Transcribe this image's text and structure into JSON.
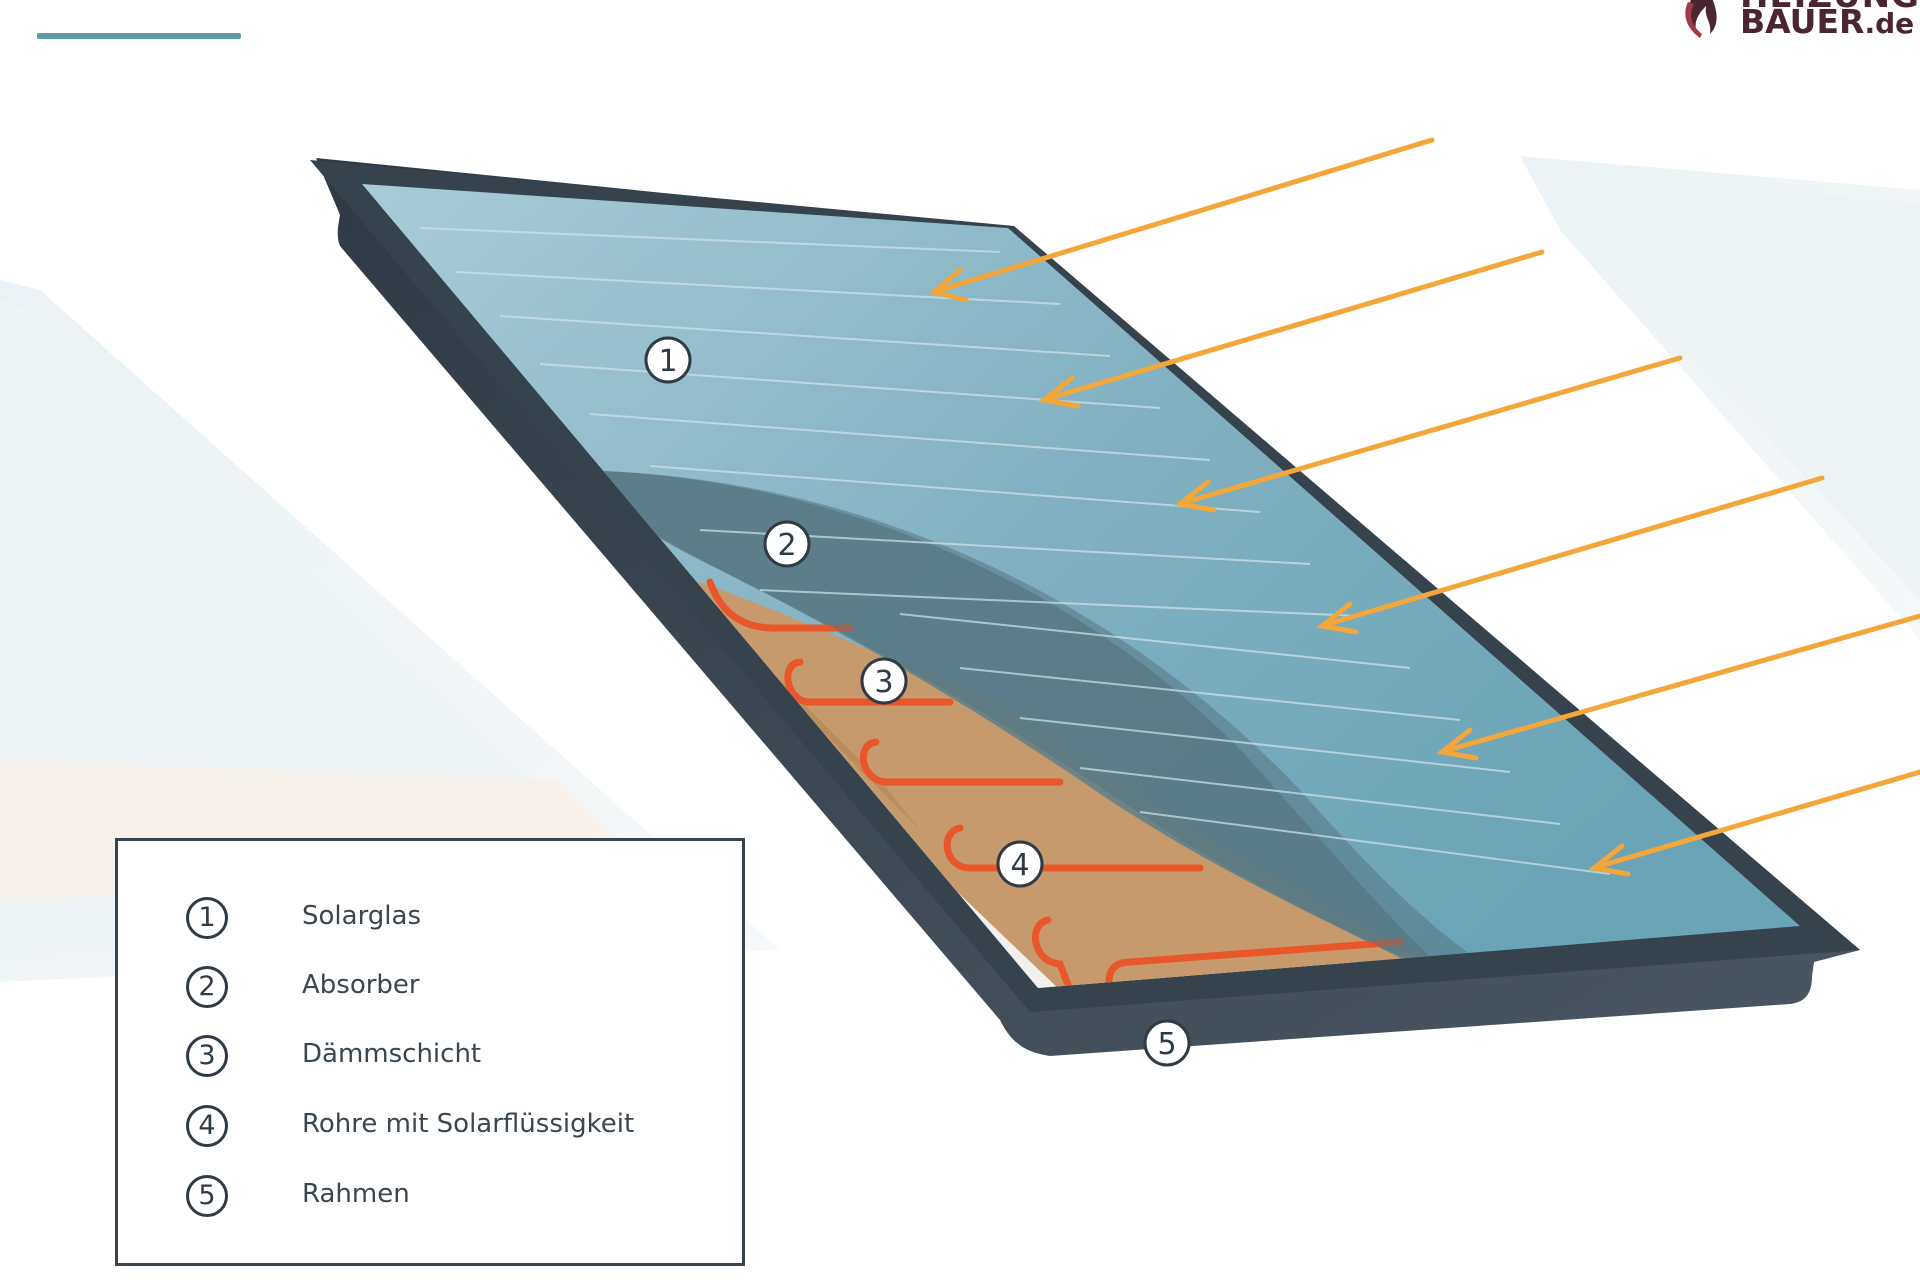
{
  "logo": {
    "line1": "HEIZUNGS",
    "line2": "BAUER",
    "tld": ".de",
    "icon": "flame-icon",
    "color": "#4b2630"
  },
  "accent_color": "#5e9aa8",
  "callouts": [
    {
      "number": "1"
    },
    {
      "number": "2"
    },
    {
      "number": "3"
    },
    {
      "number": "4"
    },
    {
      "number": "5"
    }
  ],
  "legend": {
    "items": [
      {
        "number": "1",
        "label": "Solarglas"
      },
      {
        "number": "2",
        "label": "Absorber"
      },
      {
        "number": "3",
        "label": "Dämmschicht"
      },
      {
        "number": "4",
        "label": "Rohre mit Solarflüssigkeit"
      },
      {
        "number": "5",
        "label": "Rahmen"
      }
    ]
  },
  "colors": {
    "frame": "#3a4650",
    "glass": "#7fb3c3",
    "absorber": "#5e7f89",
    "insulation": "#c69a6c",
    "pipes": "#e8562a",
    "sun_rays": "#f3a63a"
  }
}
